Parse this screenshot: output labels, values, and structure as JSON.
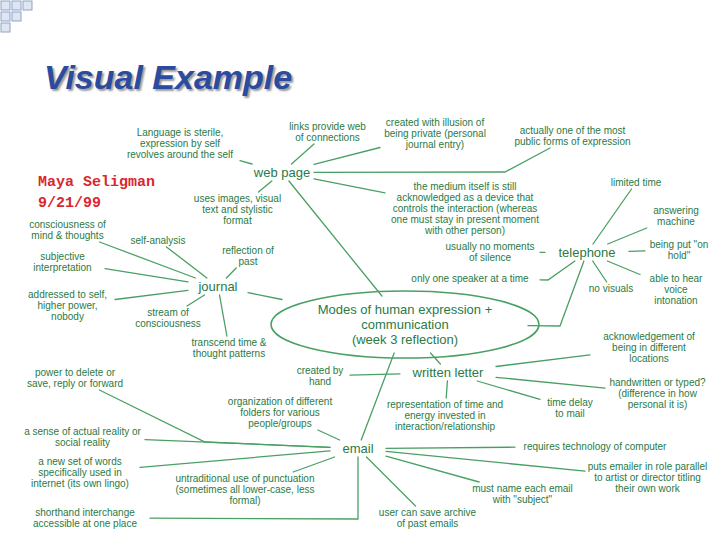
{
  "diagram": {
    "title": "Visual Example",
    "nodes": [
      {
        "text": [
          "Modes of human expression + communication",
          "(week 3 reflection)"
        ]
      },
      {
        "text": [
          "web page"
        ]
      },
      {
        "text": [
          "journal"
        ]
      },
      {
        "text": [
          "telephone"
        ]
      },
      {
        "text": [
          "written letter"
        ]
      },
      {
        "text": [
          "email"
        ]
      },
      {
        "text": [
          "Language is sterile, expression by self revolves around the self"
        ]
      },
      {
        "text": [
          "links provide web of connections"
        ]
      },
      {
        "text": [
          "created with illusion of being private (personal journal entry)"
        ]
      },
      {
        "text": [
          "actually one of the most public forms of expression"
        ]
      },
      {
        "text": [
          "uses images, visual text and stylistic format"
        ]
      },
      {
        "text": [
          "the medium itself is still acknowledged as a device that controls the interaction (whereas one must stay in present moment with other person)"
        ]
      },
      {
        "text": [
          "limited time"
        ]
      },
      {
        "text": [
          "answering machine"
        ]
      },
      {
        "text": [
          "being put \"on hold\""
        ]
      },
      {
        "text": [
          "usually no moments of silence"
        ]
      },
      {
        "text": [
          "only one speaker at a time"
        ]
      },
      {
        "text": [
          "able to hear voice intonation"
        ]
      },
      {
        "text": [
          "no visuals"
        ]
      },
      {
        "text": [
          "consciousness of mind & thoughts"
        ]
      },
      {
        "text": [
          "self-analysis"
        ]
      },
      {
        "text": [
          "subjective interpretation"
        ]
      },
      {
        "text": [
          "reflection of past"
        ]
      },
      {
        "text": [
          "addressed to self, higher power, nobody"
        ]
      },
      {
        "text": [
          "stream of consciousness"
        ]
      },
      {
        "text": [
          "transcend time & thought patterns"
        ]
      },
      {
        "text": [
          "acknowledgement of being in different locations"
        ]
      },
      {
        "text": [
          "time delay to mail"
        ]
      },
      {
        "text": [
          "handwritten or typed? (difference in how personal it is)"
        ]
      },
      {
        "text": [
          "created by hand"
        ]
      },
      {
        "text": [
          "representation of time and energy invested in interaction/relationship"
        ]
      },
      {
        "text": [
          "requires technology of computer"
        ]
      },
      {
        "text": [
          "power to delete or save, reply or forward"
        ]
      },
      {
        "text": [
          "a sense of actual reality or social reality"
        ]
      },
      {
        "text": [
          "organization of different folders for various people/groups"
        ]
      },
      {
        "text": [
          "a new set of words specifically used in internet (its own lingo)"
        ]
      },
      {
        "text": [
          "untraditional use of punctuation (sometimes all lower-case, less formal)"
        ]
      },
      {
        "text": [
          "must name each email with \"subject\""
        ]
      },
      {
        "text": [
          "puts emailer in role parallel to artist or director titling their own work"
        ]
      },
      {
        "text": [
          "shorthand interchange accessible at one place"
        ]
      },
      {
        "text": [
          "user can save archive of past emails"
        ]
      }
    ],
    "edges": [
      {
        "from": 0,
        "to": 1,
        "arrow": "none"
      },
      {
        "from": 0,
        "to": 2,
        "arrow": "none"
      },
      {
        "from": 0,
        "to": 3,
        "arrow": "none"
      },
      {
        "from": 0,
        "to": 4,
        "arrow": "none"
      },
      {
        "from": 0,
        "to": 5,
        "arrow": "none"
      },
      {
        "from": 1,
        "to": 6,
        "arrow": "none"
      },
      {
        "from": 1,
        "to": 7,
        "arrow": "none"
      },
      {
        "from": 1,
        "to": 8,
        "arrow": "none"
      },
      {
        "from": 1,
        "to": 9,
        "arrow": "none"
      },
      {
        "from": 1,
        "to": 10,
        "arrow": "none"
      },
      {
        "from": 1,
        "to": 11,
        "arrow": "none"
      },
      {
        "from": 3,
        "to": 12,
        "arrow": "none"
      },
      {
        "from": 3,
        "to": 13,
        "arrow": "none"
      },
      {
        "from": 3,
        "to": 14,
        "arrow": "none"
      },
      {
        "from": 3,
        "to": 15,
        "arrow": "none"
      },
      {
        "from": 3,
        "to": 16,
        "arrow": "none"
      },
      {
        "from": 3,
        "to": 17,
        "arrow": "none"
      },
      {
        "from": 3,
        "to": 18,
        "arrow": "none"
      },
      {
        "from": 2,
        "to": 19,
        "arrow": "none"
      },
      {
        "from": 2,
        "to": 20,
        "arrow": "none"
      },
      {
        "from": 2,
        "to": 21,
        "arrow": "none"
      },
      {
        "from": 2,
        "to": 22,
        "arrow": "none"
      },
      {
        "from": 2,
        "to": 23,
        "arrow": "none"
      },
      {
        "from": 2,
        "to": 24,
        "arrow": "none"
      },
      {
        "from": 2,
        "to": 25,
        "arrow": "none"
      },
      {
        "from": 4,
        "to": 26,
        "arrow": "none"
      },
      {
        "from": 4,
        "to": 27,
        "arrow": "none"
      },
      {
        "from": 4,
        "to": 28,
        "arrow": "none"
      },
      {
        "from": 4,
        "to": 29,
        "arrow": "none"
      },
      {
        "from": 4,
        "to": 30,
        "arrow": "none"
      },
      {
        "from": 5,
        "to": 31,
        "arrow": "none"
      },
      {
        "from": 5,
        "to": 32,
        "arrow": "none"
      },
      {
        "from": 5,
        "to": 33,
        "arrow": "none"
      },
      {
        "from": 5,
        "to": 34,
        "arrow": "none"
      },
      {
        "from": 5,
        "to": 35,
        "arrow": "none"
      },
      {
        "from": 5,
        "to": 36,
        "arrow": "none"
      },
      {
        "from": 5,
        "to": 37,
        "arrow": "none"
      },
      {
        "from": 5,
        "to": 38,
        "arrow": "none"
      },
      {
        "from": 5,
        "to": 39,
        "arrow": "none"
      },
      {
        "from": 5,
        "to": 40,
        "arrow": "none"
      }
    ],
    "labels": [
      "Maya Seligman",
      "9/21/99"
    ]
  }
}
